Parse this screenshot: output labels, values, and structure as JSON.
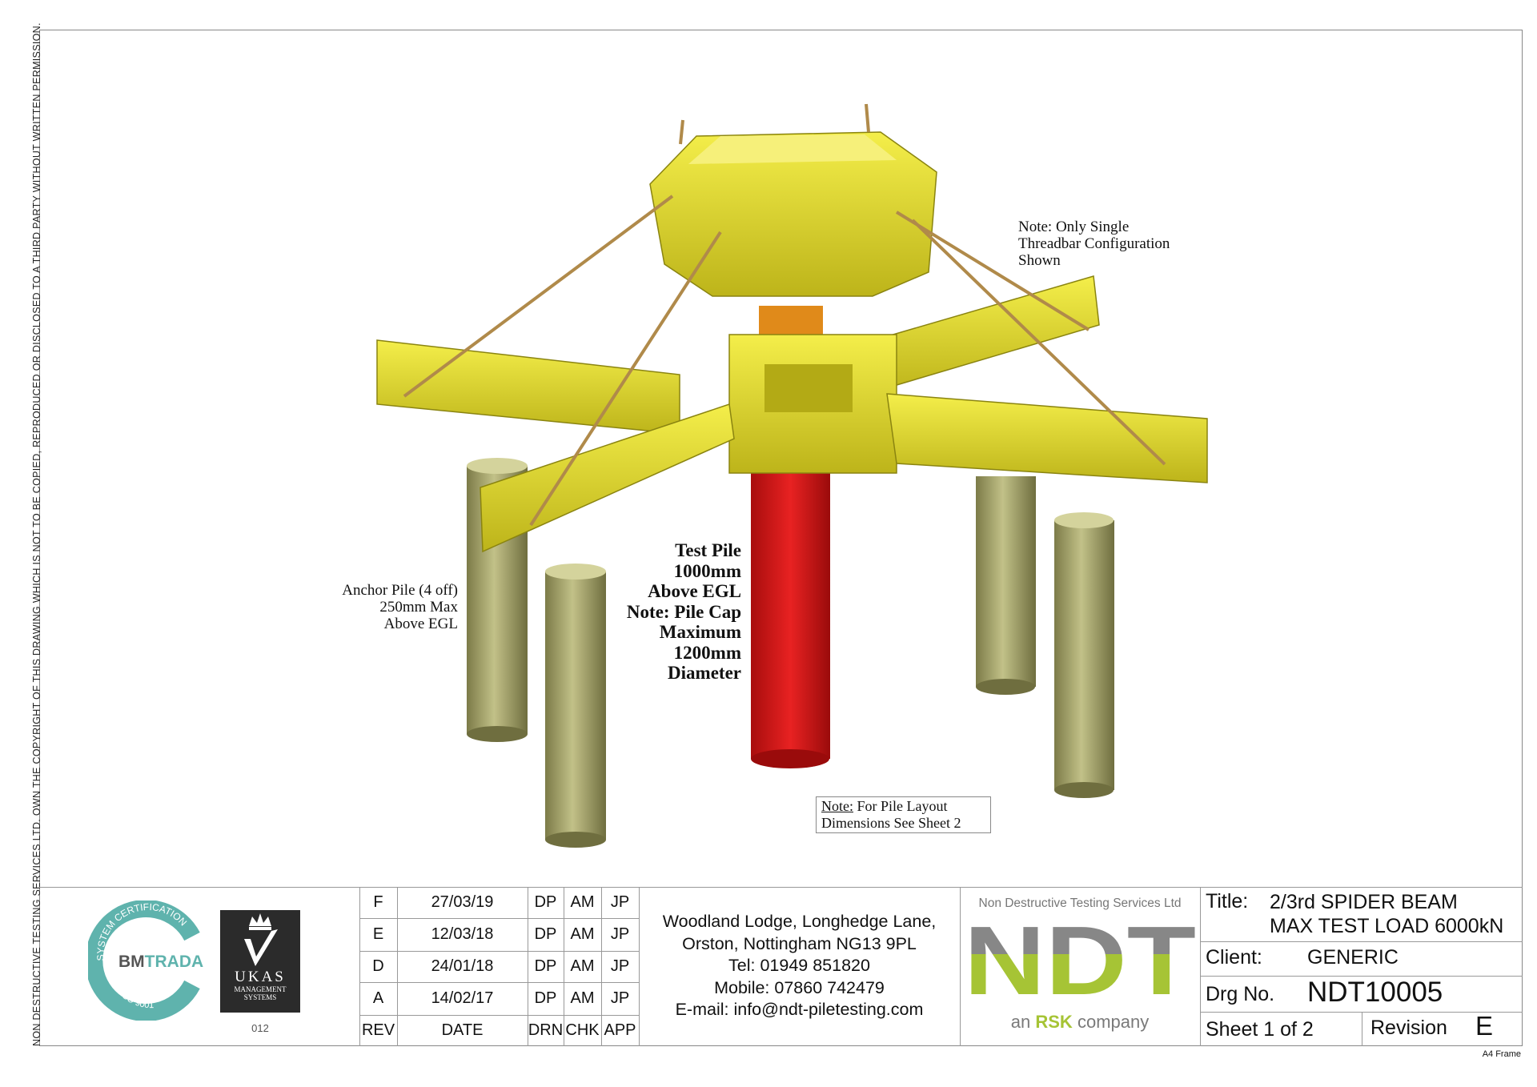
{
  "copyright_notice": "NON DESTRUCTIVE TESTING SERVICES LTD.  OWN THE COPYRIGHT OF THIS DRAWING WHICH IS NOT TO BE COPIED, REPRODUCED OR DISCLOSED TO A THIRD PARTY WITHOUT WRITTEN PERMISSION.",
  "annotations": {
    "threadbar_note": [
      "Note: Only Single",
      "Threadbar Configuration",
      "Shown"
    ],
    "anchor_pile": [
      "Anchor Pile (4 off)",
      "250mm Max",
      "Above EGL"
    ],
    "test_pile": [
      "Test Pile",
      "1000mm",
      "Above EGL",
      "Note: Pile Cap",
      "Maximum",
      "1200mm",
      "Diameter"
    ],
    "layout_note_prefix": "Note:",
    "layout_note": [
      "For Pile Layout",
      "Dimensions See Sheet 2"
    ]
  },
  "colors": {
    "beam": "#e8e22a",
    "test_pile": "#d81818",
    "anchor_pile": "#a9a86c",
    "threadbar": "#b08a4a",
    "ndt_grey": "#878787",
    "ndt_green": "#a6c435",
    "bm_trada": "#5fb3ad"
  },
  "logos": {
    "bm_trada": {
      "ring_top": "SYSTEM CERTIFICATION",
      "name_a": "BM",
      "name_b": "TRADA",
      "ring_bottom": "ISO 9001"
    },
    "ukas": {
      "name": "UKAS",
      "sub": [
        "MANAGEMENT",
        "SYSTEMS"
      ],
      "number": "012"
    }
  },
  "revisions": {
    "headers": [
      "REV",
      "DATE",
      "DRN",
      "CHK",
      "APP"
    ],
    "rows": [
      [
        "F",
        "27/03/19",
        "DP",
        "AM",
        "JP"
      ],
      [
        "E",
        "12/03/18",
        "DP",
        "AM",
        "JP"
      ],
      [
        "D",
        "24/01/18",
        "DP",
        "AM",
        "JP"
      ],
      [
        "A",
        "14/02/17",
        "DP",
        "AM",
        "JP"
      ]
    ]
  },
  "address": [
    "Woodland Lodge, Longhedge Lane,",
    "Orston, Nottingham NG13 9PL",
    "Tel: 01949 851820",
    "Mobile: 07860 742479",
    "E-mail: info@ndt-piletesting.com"
  ],
  "company": {
    "full_name": "Non Destructive Testing Services Ltd",
    "logo": "NDT",
    "tagline_a": "an",
    "tagline_b": "RSK",
    "tagline_c": "company"
  },
  "title_block": {
    "title_label": "Title:",
    "title_line1": "2/3rd SPIDER BEAM",
    "title_line2": "MAX TEST LOAD 6000kN",
    "client_label": "Client:",
    "client": "GENERIC",
    "drg_label": "Drg No.",
    "drg_no": "NDT10005",
    "sheet": "Sheet 1 of 2",
    "revision_label": "Revision",
    "revision": "E"
  },
  "frame_label": "A4 Frame"
}
